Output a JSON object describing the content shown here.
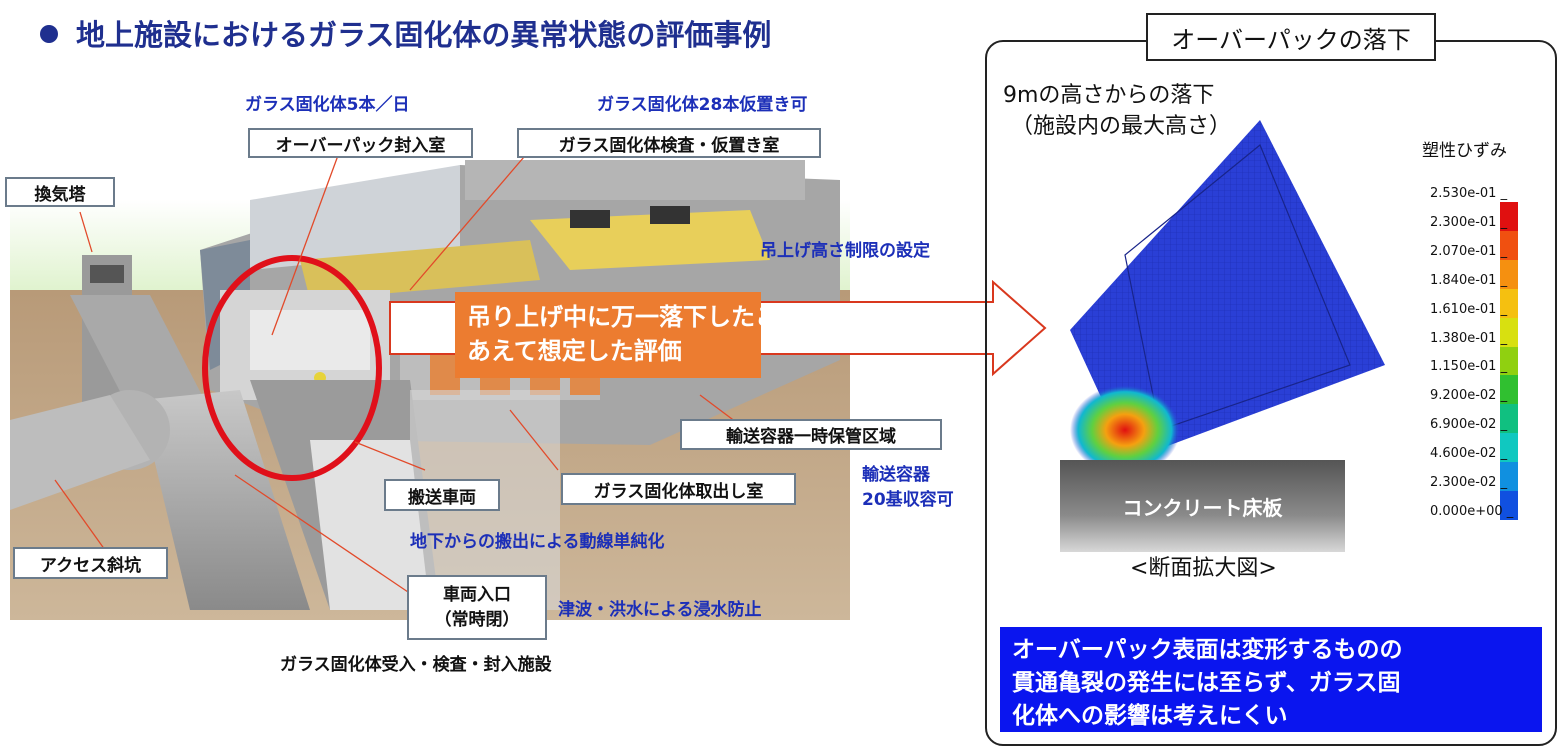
{
  "title": "地上施設におけるガラス固化体の異常状態の評価事例",
  "notes": {
    "rate": "ガラス固化体5本／日",
    "storage": "ガラス固化体28本仮置き可",
    "lift_limit": "吊上げ高さ制限の設定",
    "transport_capacity_1": "輸送容器",
    "transport_capacity_2": "20基収容可",
    "underground": "地下からの搬出による動線単純化",
    "flood": "津波・洪水による浸水防止"
  },
  "labels": {
    "overpack_room": "オーバーパック封入室",
    "inspection_room": "ガラス固化体検査・仮置き室",
    "ventilation_tower": "換気塔",
    "transport_storage": "輸送容器一時保管区域",
    "extraction_room": "ガラス固化体取出し室",
    "transport_vehicle": "搬送車両",
    "access_shaft": "アクセス斜坑",
    "vehicle_entrance_1": "車両入口",
    "vehicle_entrance_2": "（常時閉）"
  },
  "callout": {
    "line1": "吊り上げ中に万一落下したことを",
    "line2": "あえて想定した評価"
  },
  "caption": "ガラス固化体受入・検査・封入施設",
  "panel": {
    "title": "オーバーパックの落下",
    "drop_line1": "9mの高さからの落下",
    "drop_line2": "（施設内の最大高さ）",
    "legend_title": "塑性ひずみ",
    "legend_values": [
      "2.530e-01",
      "2.300e-01",
      "2.070e-01",
      "1.840e-01",
      "1.610e-01",
      "1.380e-01",
      "1.150e-01",
      "9.200e-02",
      "6.900e-02",
      "4.600e-02",
      "2.300e-02",
      "0.000e+00"
    ],
    "legend_colors": [
      "#e01010",
      "#f05010",
      "#f59010",
      "#f5c010",
      "#d8e010",
      "#90d010",
      "#30c030",
      "#10c080",
      "#10c8c0",
      "#1090e0",
      "#1050e0",
      "#1010d0"
    ],
    "floor_label": "コンクリート床板",
    "section_label": "<断面拡大図>",
    "conclusion_1": "オーバーパック表面は変形するものの",
    "conclusion_2": "貫通亀裂の発生には至らず、ガラス固",
    "conclusion_3": "化体への影響は考えにくい"
  },
  "colors": {
    "title_blue": "#1f2f8f",
    "note_blue": "#1c2fb8",
    "callout_orange": "#ec7c30",
    "conclusion_blue": "#0a15ef",
    "highlight_red": "#e0101a"
  }
}
